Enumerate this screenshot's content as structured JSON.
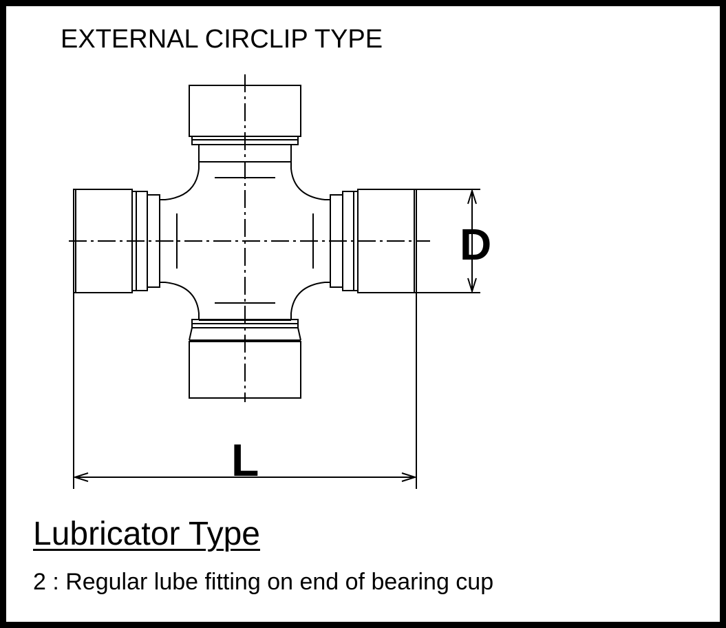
{
  "diagram": {
    "title": "EXTERNAL CIRCLIP TYPE",
    "dimension_d": "D",
    "dimension_l": "L"
  },
  "lubricator": {
    "heading": "Lubricator Type",
    "note": "2 : Regular lube fitting on end of bearing cup"
  },
  "colors": {
    "line": "#000000",
    "background": "#ffffff"
  }
}
